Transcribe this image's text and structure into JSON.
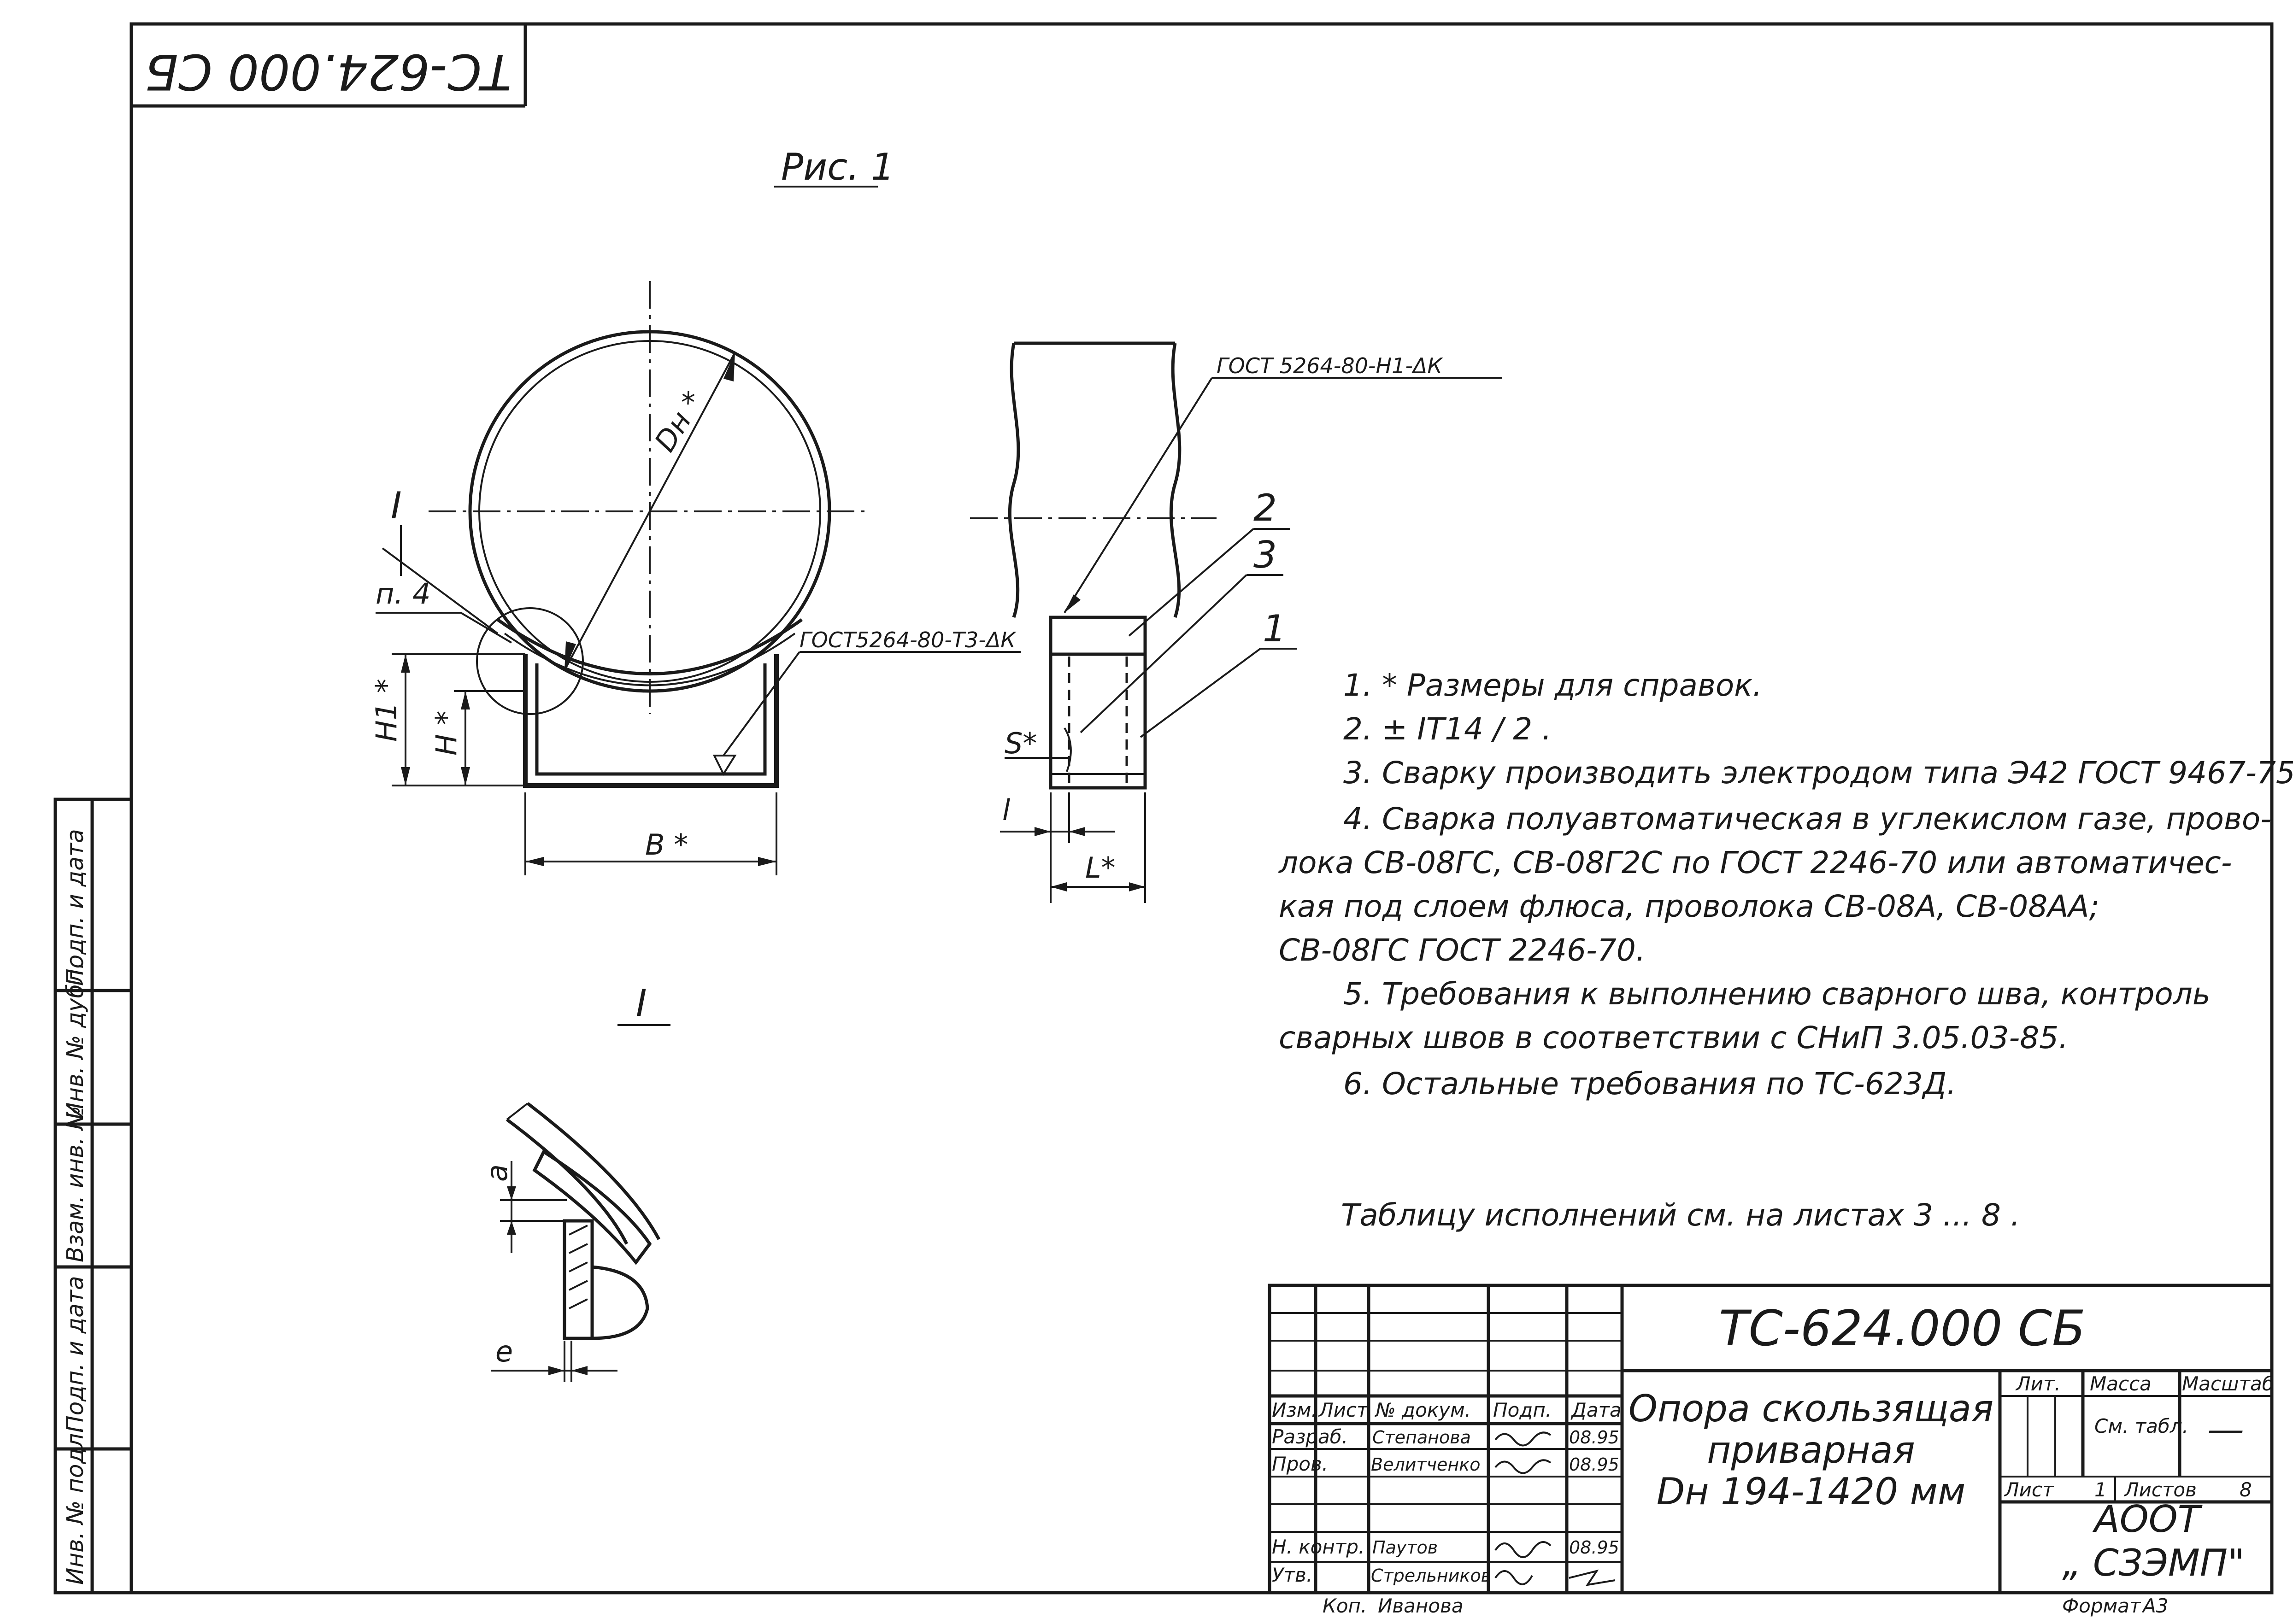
{
  "top_stamp": "ТС-624.000 СБ",
  "figure_label": "Рис. 1",
  "views": {
    "front": {
      "diameter": "Dн *",
      "section_marker": "I",
      "callout_p4": "п. 4",
      "H1": "H1 *",
      "H": "H *",
      "B": "B *",
      "weld_symbol": "ГОСТ5264-80-Т3-ΔК"
    },
    "side": {
      "weld_symbol": "ГОСТ 5264-80-Н1-ΔК",
      "positions": [
        "2",
        "3",
        "1"
      ],
      "S": "S*",
      "l": "l",
      "L": "L*"
    },
    "detail": {
      "marker": "I",
      "a": "a",
      "e": "e"
    }
  },
  "notes": [
    "1. * Размеры для справок.",
    "2. ± IT14 / 2 .",
    "3. Сварку производить электродом типа Э42 ГОСТ 9467-75.",
    "4. Сварка полуавтоматическая в углекислом газе, прово-",
    "лока СВ-08ГС, СВ-08Г2С по ГОСТ 2246-70 или автоматичес-",
    "кая под слоем флюса, проволока СВ-08А, СВ-08АА;",
    "СВ-08ГС ГОСТ 2246-70.",
    "5. Требования к выполнению сварного шва, контроль",
    "сварных швов в соответствии с СНиП 3.05.03-85.",
    "6. Остальные требования по ТС-623Д."
  ],
  "table_reference": "Таблицу исполнений см. на листах 3 ... 8 .",
  "title_block": {
    "doc_number": "ТС-624.000 СБ",
    "name_lines": [
      "Опора скользящая",
      "приварная",
      "Dн 194-1420 мм"
    ],
    "headers": [
      "Изм.",
      "Лист",
      "№ докум.",
      "Подп.",
      "Дата"
    ],
    "rows": [
      {
        "role": "Разраб.",
        "name": "Степанова",
        "date": "08.95"
      },
      {
        "role": "Пров.",
        "name": "Велитченко",
        "date": "08.95"
      },
      {
        "role": "Н. контр.",
        "name": "Паутов",
        "date": "08.95"
      },
      {
        "role": "Утв.",
        "name": "Стрельников",
        "date": ""
      }
    ],
    "lit_header": "Лит.",
    "mass_header": "Масса",
    "scale_header": "Масштаб",
    "mass_value": "См. табл.",
    "scale_value": "—",
    "sheet_label": "Лист",
    "sheet_value": "1",
    "sheets_label": "Листов",
    "sheets_value": "8",
    "org_line1": "АООТ",
    "org_line2": "„ СЗЭМП\"",
    "copied_label": "Коп.",
    "copied_by": "Иванова",
    "format_label": "Формат",
    "format_value": "А3"
  },
  "side_strip": [
    "Инв. № подл.",
    "Подп. и дата",
    "Взам. инв. №",
    "Инв. № дубл.",
    "Подп. и дата"
  ]
}
